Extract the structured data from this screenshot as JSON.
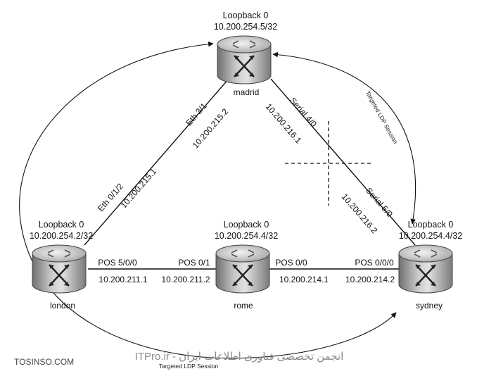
{
  "routers": {
    "madrid": {
      "name": "madrid",
      "loopback_title": "Loopback 0",
      "loopback_ip": "10.200.254.5/32"
    },
    "london": {
      "name": "london",
      "loopback_title": "Loopback 0",
      "loopback_ip": "10.200.254.2/32"
    },
    "rome": {
      "name": "rome",
      "loopback_title": "Loopback 0",
      "loopback_ip": "10.200.254.4/32"
    },
    "sydney": {
      "name": "sydney",
      "loopback_title": "Loopback 0",
      "loopback_ip": "10.200.254.4/32"
    }
  },
  "links": {
    "madrid_london": {
      "madrid_if": "Eth 3/1",
      "madrid_ip": "10.200.215.2",
      "london_if": "Eth 0/1/2",
      "london_ip": "10.200.215.1"
    },
    "madrid_sydney": {
      "madrid_if": "Serial 4/0",
      "madrid_ip": "10.200.216.1",
      "sydney_if": "Serial 5/0",
      "sydney_ip": "10.200.216.2"
    },
    "london_rome": {
      "london_if": "POS 5/0/0",
      "london_ip": "10.200.211.1",
      "rome_if": "POS 0/1",
      "rome_ip": "10.200.211.2"
    },
    "rome_sydney": {
      "rome_if": "POS 0/0",
      "rome_ip": "10.200.214.1",
      "sydney_if": "POS 0/0/0",
      "sydney_ip": "10.200.214.2"
    }
  },
  "sessions": {
    "madrid_sydney_label": "Targeted LDP Session",
    "london_sydney_label": "Targeted LDP Session"
  },
  "watermark": {
    "left": "TOSINSO.COM",
    "center": "ITPro.ir - انجمن تخصصی فناوری اطلاعات ایران"
  }
}
